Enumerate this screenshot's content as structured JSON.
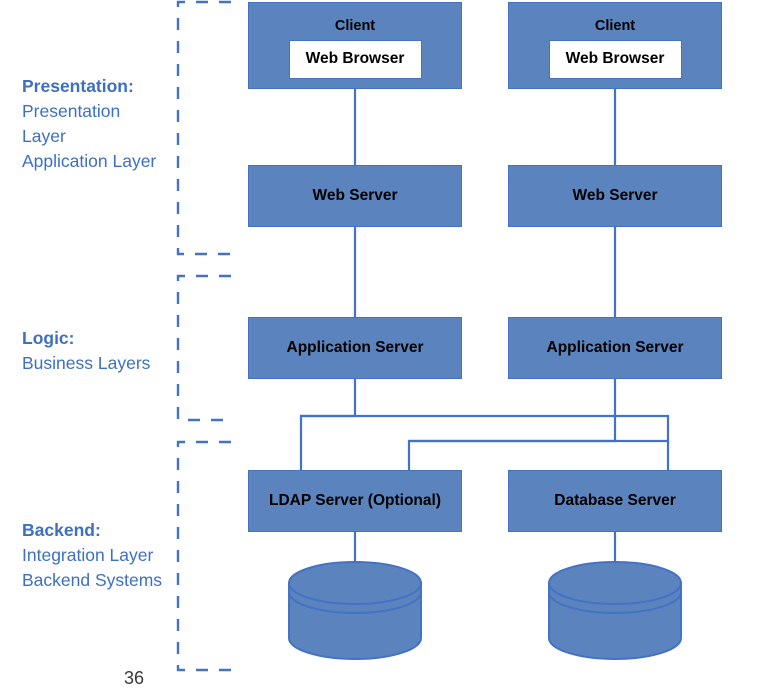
{
  "diagram": {
    "title": "Three-tier web application deployment architecture",
    "colors": {
      "node_fill": "#5B84BE",
      "node_border": "#4472C4",
      "connector": "#4472C4",
      "label_text": "#3D6FC4",
      "node_text": "#000000",
      "browser_fill": "#FFFFFF"
    },
    "groups": [
      {
        "id": "presentation",
        "heading": "Presentation:",
        "lines": [
          "Presentation",
          "Layer",
          "Application Layer"
        ]
      },
      {
        "id": "logic",
        "heading": "Logic:",
        "lines": [
          "Business Layers"
        ]
      },
      {
        "id": "backend",
        "heading": "Backend:",
        "lines": [
          "Integration Layer",
          "Backend Systems"
        ]
      }
    ],
    "nodes": {
      "client_left": {
        "title": "Client",
        "browser": "Web Browser"
      },
      "client_right": {
        "title": "Client",
        "browser": "Web Browser"
      },
      "web_left": {
        "label": "Web Server"
      },
      "web_right": {
        "label": "Web Server"
      },
      "app_left": {
        "label": "Application Server"
      },
      "app_right": {
        "label": "Application Server"
      },
      "ldap": {
        "label": "LDAP Server (Optional)"
      },
      "database": {
        "label": "Database Server"
      }
    },
    "storage": {
      "ldap_store": "database-cylinder",
      "db_store": "database-cylinder"
    },
    "page_number": "36"
  }
}
